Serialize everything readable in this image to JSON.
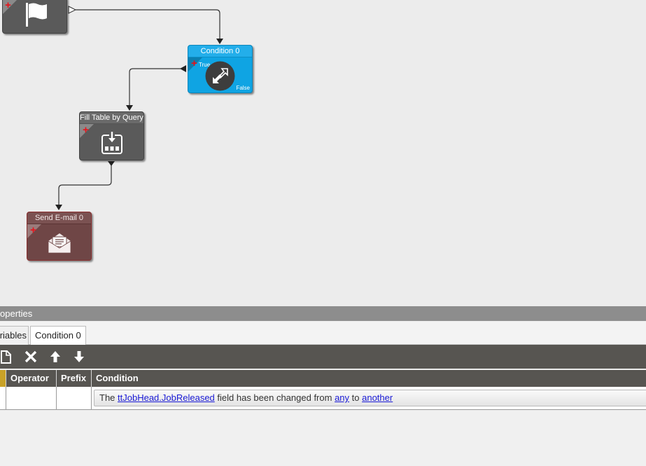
{
  "canvas": {
    "nodes": {
      "start": {
        "icon": "flag-icon"
      },
      "condition": {
        "title": "Condition 0",
        "true_label": "True",
        "false_label": "False",
        "icon": "condition-arrows-icon"
      },
      "fill_table": {
        "title": "Fill Table by Query",
        "icon": "fill-table-icon"
      },
      "send_email": {
        "title": "Send E-mail 0",
        "icon": "envelope-icon"
      }
    },
    "colors": {
      "condition": "#0fa4e3",
      "action": "#5a5a5a",
      "email": "#6f4646",
      "plus": "#e8121a"
    }
  },
  "properties": {
    "header": "operties",
    "tabs": [
      {
        "label": "riables"
      },
      {
        "label": "Condition 0",
        "active": true
      }
    ],
    "toolbar": [
      "new-icon",
      "delete-icon",
      "move-up-icon",
      "move-down-icon"
    ],
    "columns": [
      "Operator",
      "Prefix",
      "Condition"
    ],
    "row": {
      "operator": "",
      "prefix": "",
      "condition": {
        "prefix_text": "The ",
        "field_link": "ttJobHead.JobReleased",
        "middle_text": " field has been changed from ",
        "from_link": "any",
        "to_text": " to ",
        "to_link": "another"
      }
    }
  }
}
